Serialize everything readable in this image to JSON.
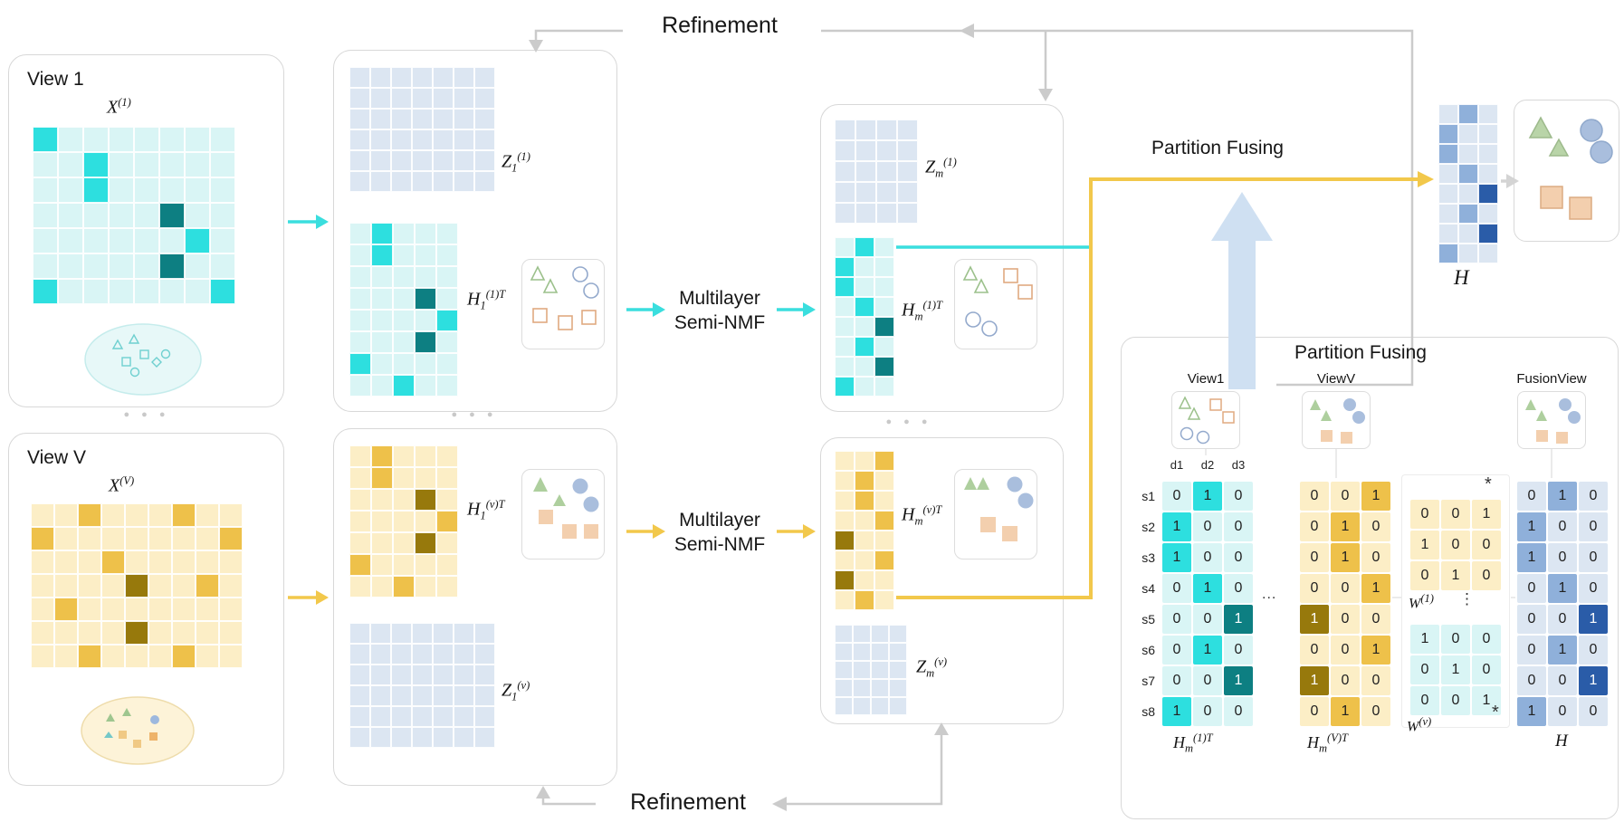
{
  "colors": {
    "cyan_light": "#d9f5f5",
    "cyan_bright": "#2ddfdf",
    "cyan_dark": "#0d7f82",
    "yellow_light": "#fceec6",
    "yellow_bright": "#eec14a",
    "yellow_dark": "#97790c",
    "blue_light": "#dce6f2",
    "blue_mid": "#8fb0da",
    "blue_dark": "#2a5ca8",
    "arrow_gray": "#cbcbcb",
    "arrow_cyan": "#3adede",
    "arrow_yellow": "#f2c84b",
    "big_arrow_blue": "#cfe0f2"
  },
  "labels": {
    "refinement_top": "Refinement",
    "refinement_bottom": "Refinement",
    "multilayer": "Multilayer",
    "seminmf": "Semi-NMF",
    "partition_fusing_label": "Partition Fusing",
    "view1_title": "View 1",
    "viewV_title": "View V",
    "dots": "● ● ●"
  },
  "math": {
    "x1": {
      "b": "X",
      "sp": "(1)"
    },
    "xV": {
      "b": "X",
      "sp": "(V)"
    },
    "z11": {
      "b": "Z",
      "sb": "1",
      "sp": "(1)"
    },
    "h11t": {
      "b": "H",
      "sb": "1",
      "sp": "(1)T"
    },
    "zm1": {
      "b": "Z",
      "sb": "m",
      "sp": "(1)"
    },
    "hm1t": {
      "b": "H",
      "sb": "m",
      "sp": "(1)T"
    },
    "h1vt": {
      "b": "H",
      "sb": "1",
      "sp": "(v)T"
    },
    "z1v": {
      "b": "Z",
      "sb": "1",
      "sp": "(v)"
    },
    "hmvt": {
      "b": "H",
      "sb": "m",
      "sp": "(v)T"
    },
    "zmv": {
      "b": "Z",
      "sb": "m",
      "sp": "(v)"
    },
    "h": {
      "b": "H"
    }
  },
  "matrices": {
    "x1": {
      "cell": 28,
      "map": {
        ".": "cyan_light",
        "b": "cyan_bright",
        "d": "cyan_dark"
      },
      "rows": [
        "b.......",
        "..b.....",
        "..b.....",
        ".....d..",
        "......b.",
        ".....d..",
        "b......b"
      ]
    },
    "xV": {
      "cell": 26,
      "map": {
        ".": "yellow_light",
        "y": "yellow_bright",
        "d": "yellow_dark"
      },
      "rows": [
        "..y...y..",
        "y.......y",
        "...y.....",
        "....d..y.",
        ".y.......",
        "....d....",
        "..y...y.."
      ]
    },
    "z11": {
      "cell": 23,
      "map": {
        ".": "blue_light"
      },
      "rows": [
        ".......",
        ".......",
        ".......",
        ".......",
        ".......",
        "......."
      ]
    },
    "h11t": {
      "cell": 24,
      "map": {
        ".": "cyan_light",
        "b": "cyan_bright",
        "d": "cyan_dark"
      },
      "rows": [
        ".b...",
        ".b...",
        ".....",
        "...d.",
        "....b",
        "...d.",
        "b....",
        "..b.."
      ]
    },
    "zm1": {
      "cell": 23,
      "map": {
        ".": "blue_light"
      },
      "rows": [
        "....",
        "....",
        "....",
        "....",
        "...."
      ]
    },
    "hm1t": {
      "cell": 22,
      "map": {
        ".": "cyan_light",
        "b": "cyan_bright",
        "d": "cyan_dark"
      },
      "rows": [
        ".b.",
        "b..",
        "b..",
        ".b.",
        "..d",
        ".b.",
        "..d",
        "b.."
      ]
    },
    "h1vt": {
      "cell": 24,
      "map": {
        ".": "yellow_light",
        "y": "yellow_bright",
        "d": "yellow_dark"
      },
      "rows": [
        ".y...",
        ".y...",
        "...d.",
        "....y",
        "...d.",
        "y....",
        "..y.."
      ]
    },
    "z1v": {
      "cell": 23,
      "map": {
        ".": "blue_light"
      },
      "rows": [
        ".......",
        ".......",
        ".......",
        ".......",
        ".......",
        "......."
      ]
    },
    "hmvt": {
      "cell": 22,
      "map": {
        ".": "yellow_light",
        "y": "yellow_bright",
        "d": "yellow_dark"
      },
      "rows": [
        "..y",
        ".y.",
        ".y.",
        "..y",
        "d..",
        "..y",
        "d..",
        ".y."
      ]
    },
    "zmv": {
      "cell": 20,
      "map": {
        ".": "blue_light"
      },
      "rows": [
        "....",
        "....",
        "....",
        "....",
        "...."
      ]
    },
    "h": {
      "cell": 22,
      "map": {
        ".": "blue_light",
        "m": "blue_mid",
        "d": "blue_dark"
      },
      "rows": [
        ".m.",
        "m..",
        "m..",
        ".m.",
        "..d",
        ".m.",
        "..d",
        "m.."
      ]
    }
  },
  "panel": {
    "title": "Partition Fusing",
    "mini_view1": "View1",
    "mini_viewV": "ViewV",
    "mini_fusion": "FusionView",
    "col_headers": [
      "d1",
      "d2",
      "d3"
    ],
    "row_labels": [
      "s1",
      "s2",
      "s3",
      "s4",
      "s5",
      "s6",
      "s7",
      "s8"
    ],
    "dots": "...",
    "vdots": "⋮",
    "star": "*",
    "math": {
      "hm1t": {
        "b": "H",
        "sb": "m",
        "sp": "(1)T"
      },
      "hmVt": {
        "b": "H",
        "sb": "m",
        "sp": "(V)T"
      },
      "w1": {
        "b": "W",
        "sp": "(1)"
      },
      "wv": {
        "b": "W",
        "sp": "(v)"
      },
      "h": {
        "b": "H"
      }
    },
    "tables": {
      "view1": {
        "cell": 32,
        "zero": "cyan_light",
        "one": "cyan_bright",
        "darkc": "cyan_dark",
        "values": [
          [
            0,
            1,
            0
          ],
          [
            1,
            0,
            0
          ],
          [
            1,
            0,
            0
          ],
          [
            0,
            1,
            0
          ],
          [
            0,
            0,
            1
          ],
          [
            0,
            1,
            0
          ],
          [
            0,
            0,
            1
          ],
          [
            1,
            0,
            0
          ]
        ],
        "dark": [
          [
            4,
            2
          ],
          [
            6,
            2
          ]
        ]
      },
      "viewV": {
        "cell": 32,
        "zero": "yellow_light",
        "one": "yellow_bright",
        "darkc": "yellow_dark",
        "values": [
          [
            0,
            0,
            1
          ],
          [
            0,
            1,
            0
          ],
          [
            0,
            1,
            0
          ],
          [
            0,
            0,
            1
          ],
          [
            1,
            0,
            0
          ],
          [
            0,
            0,
            1
          ],
          [
            1,
            0,
            0
          ],
          [
            0,
            1,
            0
          ]
        ],
        "dark": [
          [
            4,
            0
          ],
          [
            6,
            0
          ]
        ]
      },
      "w1": {
        "cell": 32,
        "zero": "yellow_light",
        "one": "yellow_light",
        "darkc": "yellow_dark",
        "values": [
          [
            0,
            0,
            1
          ],
          [
            1,
            0,
            0
          ],
          [
            0,
            1,
            0
          ]
        ],
        "dark": []
      },
      "wv": {
        "cell": 32,
        "zero": "cyan_light",
        "one": "cyan_light",
        "darkc": "cyan_dark",
        "values": [
          [
            1,
            0,
            0
          ],
          [
            0,
            1,
            0
          ],
          [
            0,
            0,
            1
          ]
        ],
        "dark": []
      },
      "fusion": {
        "cell": 32,
        "zero": "blue_light",
        "one": "blue_mid",
        "darkc": "blue_dark",
        "values": [
          [
            0,
            1,
            0
          ],
          [
            1,
            0,
            0
          ],
          [
            1,
            0,
            0
          ],
          [
            0,
            1,
            0
          ],
          [
            0,
            0,
            1
          ],
          [
            0,
            1,
            0
          ],
          [
            0,
            0,
            1
          ],
          [
            1,
            0,
            0
          ]
        ],
        "dark": [
          [
            4,
            2
          ],
          [
            6,
            2
          ]
        ]
      }
    }
  }
}
